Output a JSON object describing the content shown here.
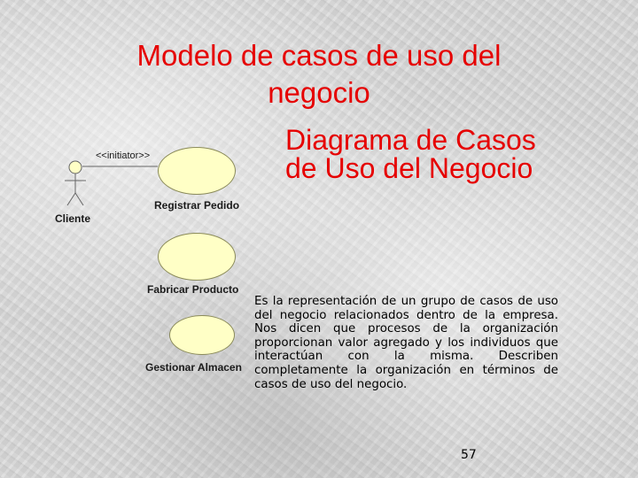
{
  "slide": {
    "title": "Modelo de casos de uso del negocio",
    "diagram_title": "Diagrama de Casos de Uso del Negocio",
    "description": "Es la representación de un grupo de casos de uso del negocio relacionados dentro de la empresa. Nos dicen que procesos de la organización proporcionan valor agregado y los individuos que interactúan con la misma. Describen completamente la organización en términos de casos de uso del negocio.",
    "page_number": "57"
  },
  "diagram": {
    "actor": {
      "label": "Cliente"
    },
    "association": {
      "stereotype": "<<initiator>>"
    },
    "use_cases": [
      {
        "label": "Registrar Pedido"
      },
      {
        "label": "Fabricar Producto"
      },
      {
        "label": "Gestionar Almacen"
      }
    ],
    "colors": {
      "use_case_fill": "#ffffc6",
      "title_red": "#e60000"
    }
  }
}
